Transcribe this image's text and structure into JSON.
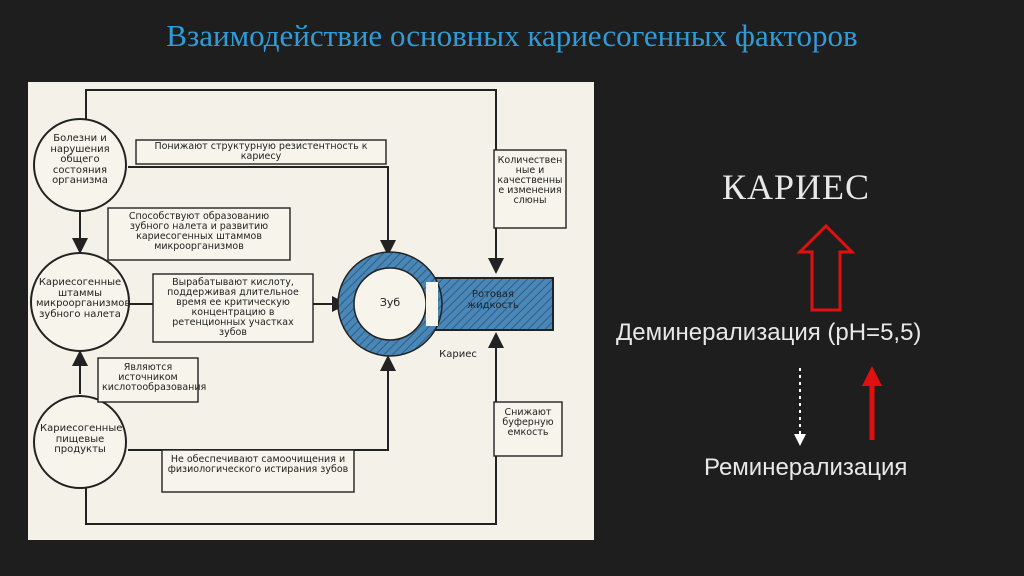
{
  "slide": {
    "title": "Взаимодействие основных кариесогенных факторов"
  },
  "diagram": {
    "circle_disease": "Болезни и нарушения общего состояния организма",
    "circle_strains": "Кариесогенные штаммы микроорганизмов зубного налета",
    "circle_food": "Кариесогенные пищевые продукты",
    "box_reduce_resistance": "Понижают структурную резистентность к кариесу",
    "box_promote_plaque": "Способствуют образованию зубного налета и развитию кариесогенных штаммов микроорганизмов",
    "box_produce_acid": "Вырабатывают кислоту, поддерживая длительное время ее критическую концентрацию в ретенционных участках зубов",
    "box_acid_source": "Являются источником кислотообразования",
    "box_no_cleaning": "Не обеспечивают самоочищения и физиологического истирания зубов",
    "box_saliva_changes": "Количественные и качественные изменения слюны",
    "box_buffer": "Снижают буферную емкость",
    "tooth_label": "Зуб",
    "oral_fluid_label": "Ротовая жидкость",
    "caries_label": "Кариес"
  },
  "scheme": {
    "caries": "КАРИЕС",
    "demineralization": "Деминерализация (pH=5,5)",
    "remineralization": "Реминерализация"
  },
  "colors": {
    "title": "#2f9bd8",
    "arrow_red": "#e01010",
    "tooth_blue": "#4a86b6"
  }
}
